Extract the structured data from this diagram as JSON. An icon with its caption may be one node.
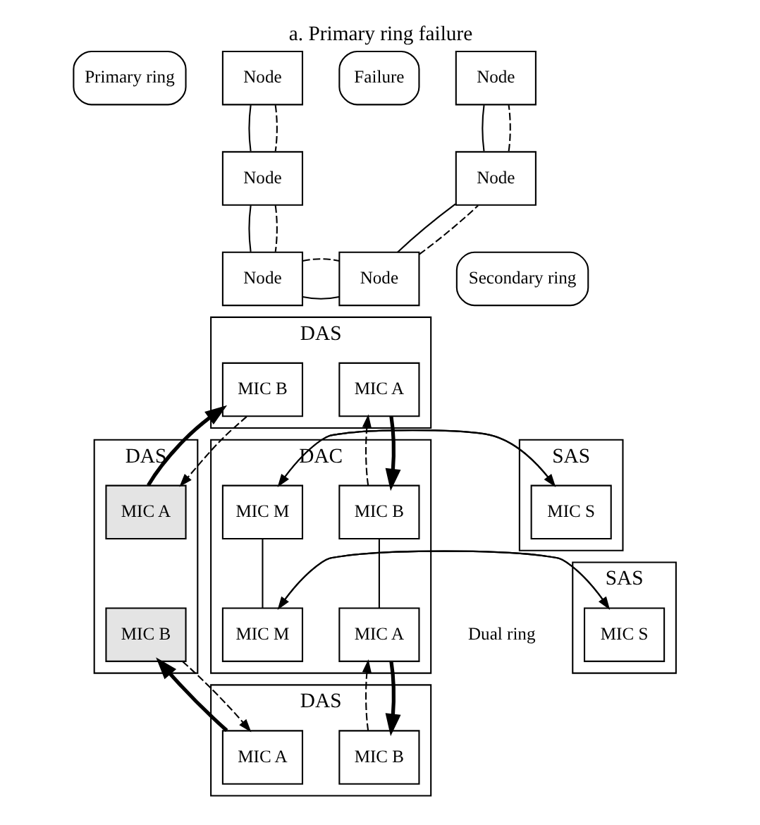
{
  "diagram": {
    "caption": "a. Primary ring failure",
    "nodes": [
      {
        "text": [
          "Primary ring"
        ]
      },
      {
        "text": [
          "Failure"
        ]
      },
      {
        "text": [
          "Node"
        ]
      },
      {
        "text": [
          "Node"
        ]
      },
      {
        "text": [
          "Node"
        ]
      },
      {
        "text": [
          "Node"
        ]
      },
      {
        "text": [
          "Node"
        ]
      },
      {
        "text": [
          "Node"
        ]
      },
      {
        "text": [
          "Secondary ring"
        ]
      },
      {
        "text": [
          "DAS"
        ]
      },
      {
        "text": [
          "MIC B"
        ],
        "in": 9
      },
      {
        "text": [
          "MIC A"
        ],
        "in": 9
      },
      {
        "text": [
          "DAS"
        ]
      },
      {
        "text": [
          "MIC A"
        ],
        "in": 12
      },
      {
        "text": [
          "MIC B"
        ],
        "in": 12
      },
      {
        "text": [
          "DAC"
        ]
      },
      {
        "text": [
          "MIC B"
        ],
        "in": 15
      },
      {
        "text": [
          "MIC A"
        ],
        "in": 15
      },
      {
        "text": [
          "MIC M"
        ],
        "in": 15
      },
      {
        "text": [
          "MIC M"
        ],
        "in": 15
      },
      {
        "text": [
          "SAS"
        ]
      },
      {
        "text": [
          "MIC S"
        ],
        "in": 20
      },
      {
        "text": [
          "SAS"
        ]
      },
      {
        "text": [
          "MIC S"
        ],
        "in": 22
      },
      {
        "text": [
          "DAS"
        ]
      },
      {
        "text": [
          "MIC A"
        ],
        "in": 24
      },
      {
        "text": [
          "MIC B"
        ],
        "in": 24
      }
    ],
    "edges": [
      {
        "from": 2,
        "to": 4,
        "arrow": "none"
      },
      {
        "from": 4,
        "to": 6,
        "arrow": "none"
      },
      {
        "from": 6,
        "to": 7,
        "arrow": "none"
      },
      {
        "from": 7,
        "to": 5,
        "arrow": "none"
      },
      {
        "from": 5,
        "to": 3,
        "arrow": "none"
      },
      {
        "from": 2,
        "to": 4,
        "arrow": "none",
        "style": "dashed"
      },
      {
        "from": 4,
        "to": 6,
        "arrow": "none",
        "style": "dashed"
      },
      {
        "from": 6,
        "to": 7,
        "arrow": "none",
        "style": "dashed"
      },
      {
        "from": 7,
        "to": 5,
        "arrow": "none",
        "style": "dashed"
      },
      {
        "from": 5,
        "to": 3,
        "arrow": "none",
        "style": "dashed"
      },
      {
        "from": 13,
        "to": 10,
        "arrow": "to",
        "style": "thick"
      },
      {
        "from": 10,
        "to": 13,
        "arrow": "to",
        "style": "dashed"
      },
      {
        "from": 11,
        "to": 16,
        "arrow": "to",
        "style": "thick"
      },
      {
        "from": 16,
        "to": 11,
        "arrow": "to",
        "style": "dashed"
      },
      {
        "from": 17,
        "to": 26,
        "arrow": "to",
        "style": "thick"
      },
      {
        "from": 26,
        "to": 17,
        "arrow": "to",
        "style": "dashed"
      },
      {
        "from": 25,
        "to": 14,
        "arrow": "to",
        "style": "thick"
      },
      {
        "from": 14,
        "to": 25,
        "arrow": "to",
        "style": "dashed"
      },
      {
        "from": 16,
        "to": 17,
        "arrow": "none"
      },
      {
        "from": 18,
        "to": 19,
        "arrow": "none"
      },
      {
        "from": 21,
        "to": 18,
        "arrow": "to"
      },
      {
        "from": 18,
        "to": 21,
        "arrow": "to"
      },
      {
        "from": 23,
        "to": 19,
        "arrow": "to"
      },
      {
        "from": 19,
        "to": 23,
        "arrow": "to"
      }
    ],
    "labels": [
      "Dual ring"
    ]
  }
}
